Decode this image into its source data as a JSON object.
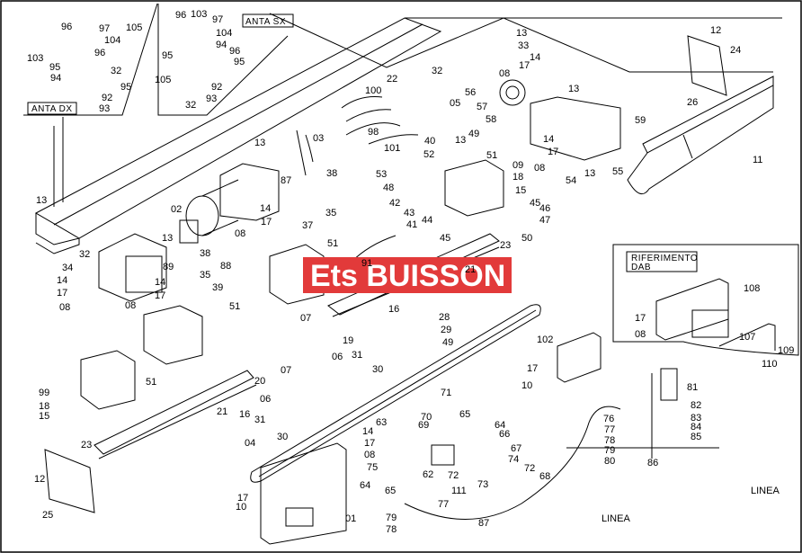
{
  "watermark": {
    "text": "Ets BUISSON",
    "color": "#e23a3a"
  },
  "boxes": {
    "anta_sx": "ANTA SX",
    "anta_dx": "ANTA DX",
    "riferimento": "RIFERIMENTO",
    "dab": "DAB"
  },
  "linea": [
    "LINEA",
    "LINEA"
  ],
  "labels": {
    "l96a": "96",
    "l97a": "97",
    "l104a": "104",
    "l105a": "105",
    "l103a": "103",
    "l95a": "95",
    "l96b": "96",
    "l94a": "94",
    "l32a": "32",
    "l95b": "95",
    "l92a": "92",
    "l93a": "93",
    "l96c": "96",
    "l103b": "103",
    "l97b": "97",
    "l104b": "104",
    "l95c": "95",
    "l94b": "94",
    "l96d": "96",
    "l95d": "95",
    "l105b": "105",
    "l92b": "92",
    "l93b": "93",
    "l32b": "32",
    "l13a": "13",
    "l33": "33",
    "l14a": "14",
    "l17a": "17",
    "l32c": "32",
    "l08a": "08",
    "l22": "22",
    "l05": "05",
    "l56": "56",
    "l57": "57",
    "l58": "58",
    "l13b": "13",
    "l59": "59",
    "l14b": "14",
    "l17b": "17",
    "l08b": "08",
    "l13c": "13",
    "l54": "54",
    "l55": "55",
    "l12a": "12",
    "l24": "24",
    "l26": "26",
    "l11": "11",
    "l100": "100",
    "l03": "03",
    "l98": "98",
    "l101": "101",
    "l40": "40",
    "l13d": "13",
    "l49a": "49",
    "l52": "52",
    "l51a": "51",
    "l09": "09",
    "l18a": "18",
    "l15a": "15",
    "l53": "53",
    "l48": "48",
    "l42": "42",
    "l43": "43",
    "l41": "41",
    "l44": "44",
    "l45a": "45",
    "l46": "46",
    "l47": "47",
    "l45b": "45",
    "l50": "50",
    "l23a": "23",
    "l13e": "13",
    "l87": "87",
    "l38a": "38",
    "l35a": "35",
    "l02": "02",
    "l08c": "08",
    "l14c": "14",
    "l17c": "17",
    "l37": "37",
    "l13f": "13",
    "l13g": "13",
    "l32d": "32",
    "l34": "34",
    "l14d": "14",
    "l17d": "17",
    "l08d": "08",
    "l89": "89",
    "l88": "88",
    "l38b": "38",
    "l35b": "35",
    "l14e": "14",
    "l08e": "08",
    "l17e": "17",
    "l39": "39",
    "l51b": "51",
    "l51c": "51",
    "l91": "91",
    "l21a": "21",
    "l16a": "16",
    "l07a": "07",
    "l19": "19",
    "l06a": "06",
    "l31a": "31",
    "l30a": "30",
    "l28": "28",
    "l29": "29",
    "l49b": "49",
    "l102": "102",
    "l17f": "17",
    "l10a": "10",
    "l108": "108",
    "l17g": "17",
    "l08f": "08",
    "l107": "107",
    "l109": "109",
    "l110": "110",
    "l99": "99",
    "l18b": "18",
    "l15b": "15",
    "l51d": "51",
    "l07b": "07",
    "l20": "20",
    "l06b": "06",
    "l16b": "16",
    "l21b": "21",
    "l31b": "31",
    "l30b": "30",
    "l23b": "23",
    "l71": "71",
    "l70": "70",
    "l63": "63",
    "l69": "69",
    "l65a": "65",
    "l64a": "64",
    "l66": "66",
    "l67": "67",
    "l14f": "14",
    "l17h": "17",
    "l08g": "08",
    "l74": "74",
    "l72a": "72",
    "l68": "68",
    "l75": "75",
    "l62": "62",
    "l72b": "72",
    "l73": "73",
    "l64b": "64",
    "l65b": "65",
    "l111": "111",
    "l77a": "77",
    "l79a": "79",
    "l78a": "78",
    "l87b": "87",
    "l04": "04",
    "l17i": "17",
    "l10b": "10",
    "l01": "01",
    "l12b": "12",
    "l25": "25",
    "l76": "76",
    "l77b": "77",
    "l78b": "78",
    "l79b": "79",
    "l80": "80",
    "l81": "81",
    "l82": "82",
    "l83": "83",
    "l84": "84",
    "l85": "85",
    "l86": "86"
  }
}
